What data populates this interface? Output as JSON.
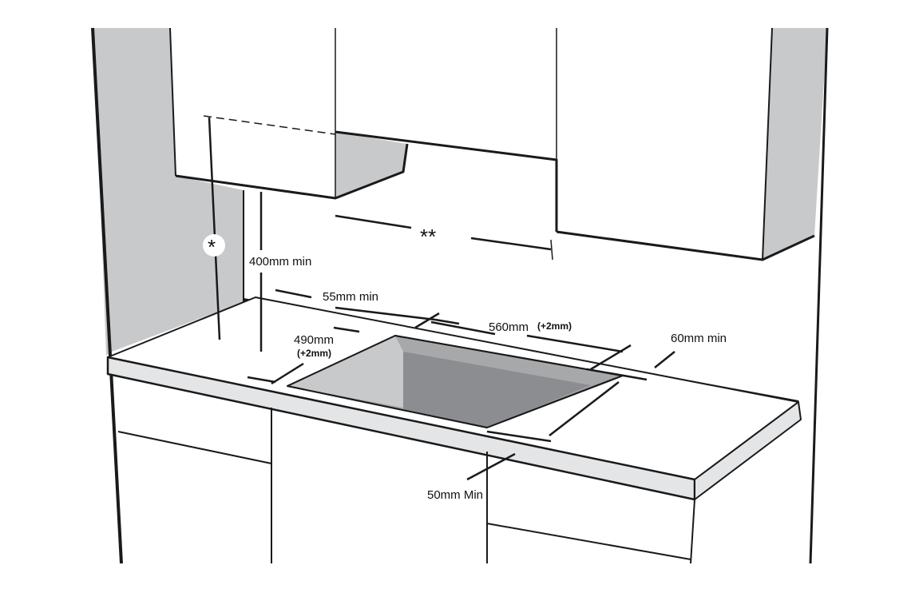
{
  "diagram": {
    "title": "Hob installation clearances",
    "labels": {
      "side_clearance_marker": "*",
      "hood_clearance_marker": "**",
      "wall_unit_height": "400mm min",
      "back_clearance": "55mm min",
      "cutout_width": "560mm",
      "cutout_width_tolerance": "(+2mm)",
      "cutout_depth": "490mm",
      "cutout_depth_tolerance": "(+2mm)",
      "side_clearance": "60mm min",
      "front_clearance": "50mm Min"
    },
    "colors": {
      "line": "#1a1a1a",
      "side_panel": "#c8c9cb",
      "cutout": "#a7a8aa",
      "cutout_dark": "#8c8d90",
      "worktop_edge": "#e4e5e6"
    }
  }
}
